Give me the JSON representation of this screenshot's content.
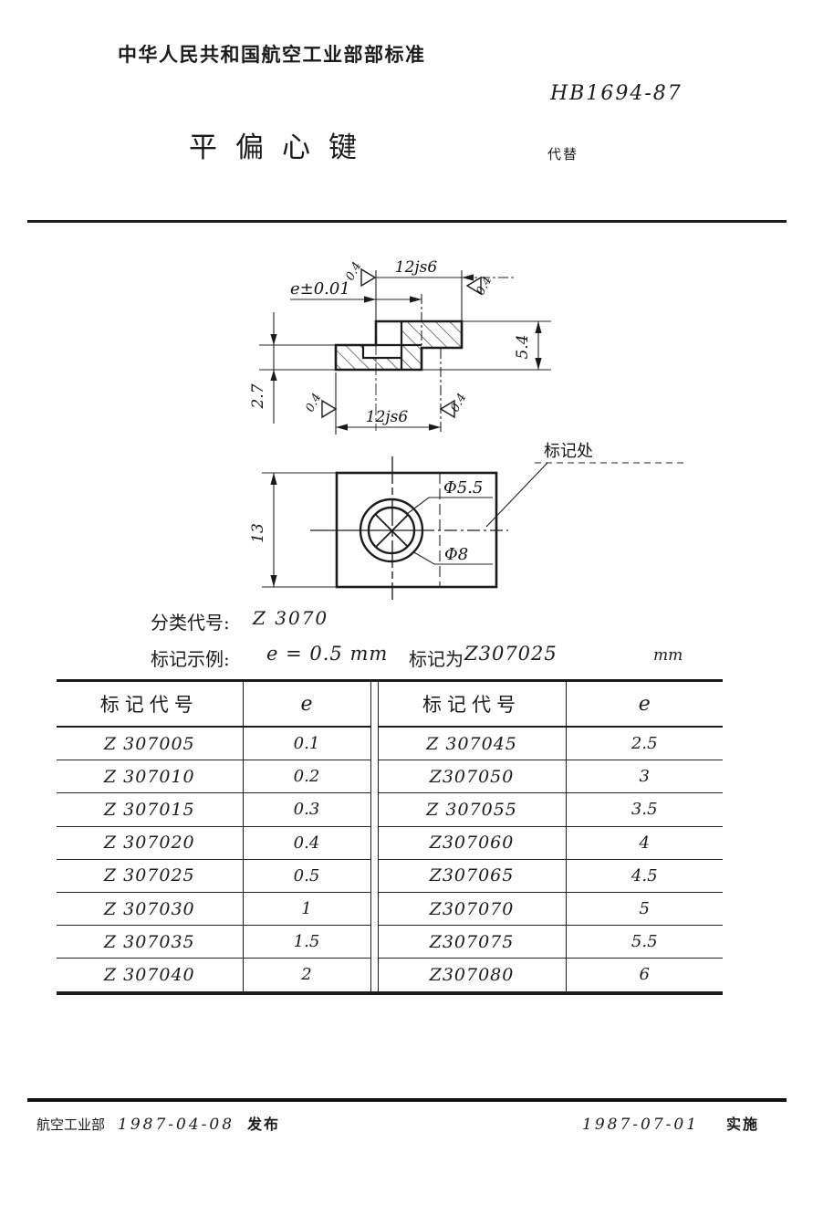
{
  "header": {
    "org_standard": "中华人民共和国航空工业部部标准",
    "standard_no": "HB1694-87",
    "title": "平偏心键",
    "replace_label": "代替"
  },
  "drawing": {
    "section": {
      "top_width": "12js6",
      "bottom_width": "12js6",
      "eccentricity": "e±0.01",
      "height_total": "5.4",
      "height_half": "2.7",
      "roughness": [
        "0.4",
        "0.4",
        "0.4",
        "0.4"
      ]
    },
    "plan": {
      "width": "13",
      "dia_small": "Φ5.5",
      "dia_large": "Φ8",
      "marking_note": "标记处"
    }
  },
  "classification": {
    "label": "分类代号:",
    "value": "Z 3070"
  },
  "marking_example": {
    "label": "标记示例:",
    "formula": "e = 0.5 mm",
    "marked_as_label": "标记为",
    "code": "Z307025"
  },
  "table": {
    "unit": "mm",
    "headers": [
      "标记代号",
      "e",
      "标记代号",
      "e"
    ],
    "rows": [
      [
        "Z 307005",
        "0.1",
        "Z 307045",
        "2.5"
      ],
      [
        "Z 307010",
        "0.2",
        "Z307050",
        "3"
      ],
      [
        "Z 307015",
        "0.3",
        "Z 307055",
        "3.5"
      ],
      [
        "Z 307020",
        "0.4",
        "Z307060",
        "4"
      ],
      [
        "Z 307025",
        "0.5",
        "Z307065",
        "4.5"
      ],
      [
        "Z 307030",
        "1",
        "Z307070",
        "5"
      ],
      [
        "Z 307035",
        "1.5",
        "Z307075",
        "5.5"
      ],
      [
        "Z 307040",
        "2",
        "Z307080",
        "6"
      ]
    ]
  },
  "footer": {
    "issuer": "航空工业部",
    "publish_date": "1987-04-08",
    "publish_label": "发布",
    "implement_date": "1987-07-01",
    "implement_label": "实施"
  },
  "colors": {
    "ink": "#1b1b1b",
    "paper": "#fefefe"
  }
}
